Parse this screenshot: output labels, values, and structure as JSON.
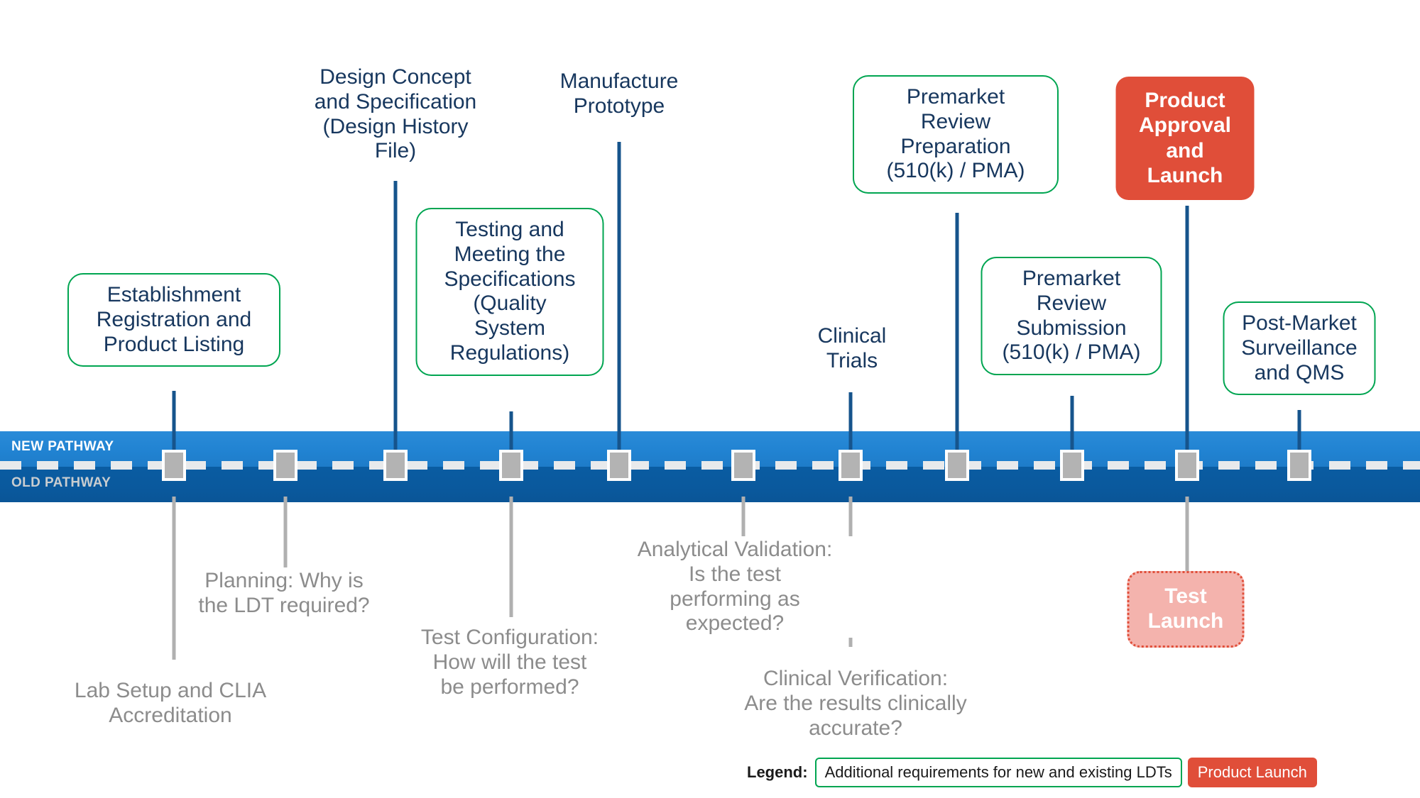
{
  "pathways": {
    "new_label": "NEW PATHWAY",
    "old_label": "OLD PATHWAY",
    "new_color": "#2183d2",
    "old_color": "#0a5ca2",
    "accent_green": "#00a551",
    "accent_red": "#e04e39",
    "node_color": "#b3b3b3",
    "text_blue": "#17375e",
    "text_gray": "#8c8c8c"
  },
  "new_pathway_steps": [
    {
      "id": "establishment-registration",
      "text": "Establishment\nRegistration and\nProduct Listing",
      "style": "boxed"
    },
    {
      "id": "design-concept",
      "text": "Design Concept\nand Specification\n(Design History\nFile)",
      "style": "plain"
    },
    {
      "id": "testing-meeting-specs",
      "text": "Testing and\nMeeting the\nSpecifications\n(Quality\nSystem\nRegulations)",
      "style": "boxed"
    },
    {
      "id": "manufacture-prototype",
      "text": "Manufacture\nPrototype",
      "style": "plain"
    },
    {
      "id": "clinical-trials",
      "text": "Clinical\nTrials",
      "style": "plain"
    },
    {
      "id": "premarket-review-preparation",
      "text": "Premarket\nReview\nPreparation\n(510(k) / PMA)",
      "style": "boxed"
    },
    {
      "id": "premarket-review-submission",
      "text": "Premarket\nReview\nSubmission\n(510(k) / PMA)",
      "style": "boxed"
    },
    {
      "id": "product-approval-launch",
      "text": "Product\nApproval\nand\nLaunch",
      "style": "redbox"
    },
    {
      "id": "post-market-surveillance",
      "text": "Post-Market\nSurveillance\nand QMS",
      "style": "boxed"
    }
  ],
  "old_pathway_steps": [
    {
      "id": "lab-setup-clia",
      "text": "Lab Setup and CLIA\nAccreditation",
      "style": "plain"
    },
    {
      "id": "planning",
      "text": "Planning: Why is\nthe LDT required?",
      "style": "plain"
    },
    {
      "id": "test-configuration",
      "text": "Test Configuration:\nHow will the test\nbe performed?",
      "style": "plain"
    },
    {
      "id": "analytical-validation",
      "text": "Analytical Validation:\nIs the test\nperforming as\nexpected?",
      "style": "plain"
    },
    {
      "id": "clinical-verification",
      "text": "Clinical Verification:\nAre the results clinically\naccurate?",
      "style": "plain"
    },
    {
      "id": "test-launch",
      "text": "Test\nLaunch",
      "style": "pinkbox"
    }
  ],
  "legend": {
    "title": "Legend:",
    "green_item": "Additional requirements for new and existing LDTs",
    "red_item": "Product Launch"
  }
}
